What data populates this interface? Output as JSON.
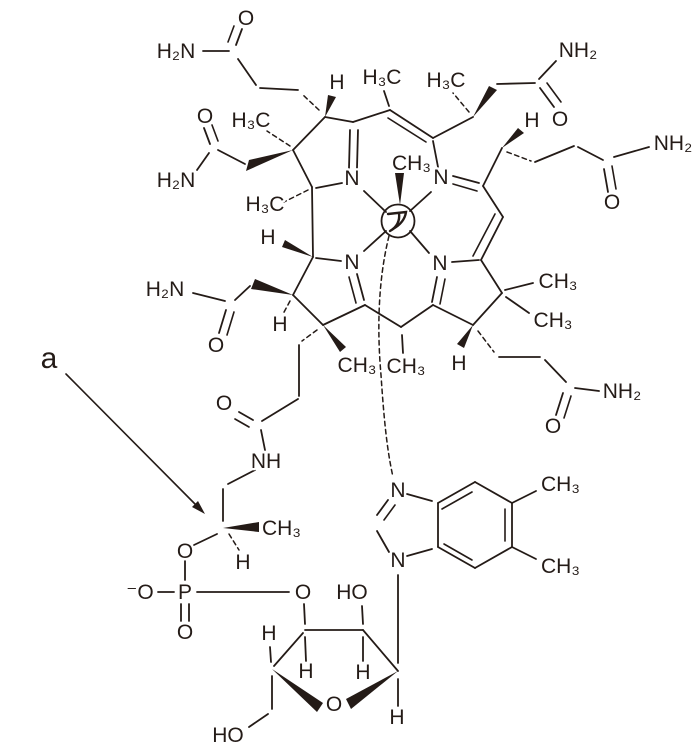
{
  "colors": {
    "ink": "#241b17",
    "background": "#ffffff"
  },
  "central_atom": {
    "placeholder": "ア"
  },
  "atom_labels": [
    {
      "text": "O"
    },
    {
      "text": "H₂N"
    },
    {
      "text": "H"
    },
    {
      "text": "H₃C"
    },
    {
      "text": "H₃C"
    },
    {
      "text": "NH₂"
    },
    {
      "text": "O"
    },
    {
      "text": "H₃C"
    },
    {
      "text": "O"
    },
    {
      "text": "H"
    },
    {
      "text": "NH₂"
    },
    {
      "text": "H₂N"
    },
    {
      "text": "H₃C"
    },
    {
      "text": "CH₃"
    },
    {
      "text": "N"
    },
    {
      "text": "N"
    },
    {
      "text": "O"
    },
    {
      "text": "H"
    },
    {
      "text": "N"
    },
    {
      "text": "N"
    },
    {
      "text": "H₂N"
    },
    {
      "text": "CH₃"
    },
    {
      "text": "H"
    },
    {
      "text": "CH₃"
    },
    {
      "text": "O"
    },
    {
      "text": "CH₃"
    },
    {
      "text": "CH₃"
    },
    {
      "text": "H"
    },
    {
      "text": "a"
    },
    {
      "text": "O"
    },
    {
      "text": "NH₂"
    },
    {
      "text": "O"
    },
    {
      "text": "NH"
    },
    {
      "text": "N"
    },
    {
      "text": "CH₃"
    },
    {
      "text": "CH₃"
    },
    {
      "text": "H"
    },
    {
      "text": "N"
    },
    {
      "text": "CH₃"
    },
    {
      "text": "O"
    },
    {
      "text": "⁻O"
    },
    {
      "text": "P"
    },
    {
      "text": "O"
    },
    {
      "text": "HO"
    },
    {
      "text": "O"
    },
    {
      "text": "H"
    },
    {
      "text": "H"
    },
    {
      "text": "H"
    },
    {
      "text": "O"
    },
    {
      "text": "H"
    },
    {
      "text": "HO"
    }
  ]
}
